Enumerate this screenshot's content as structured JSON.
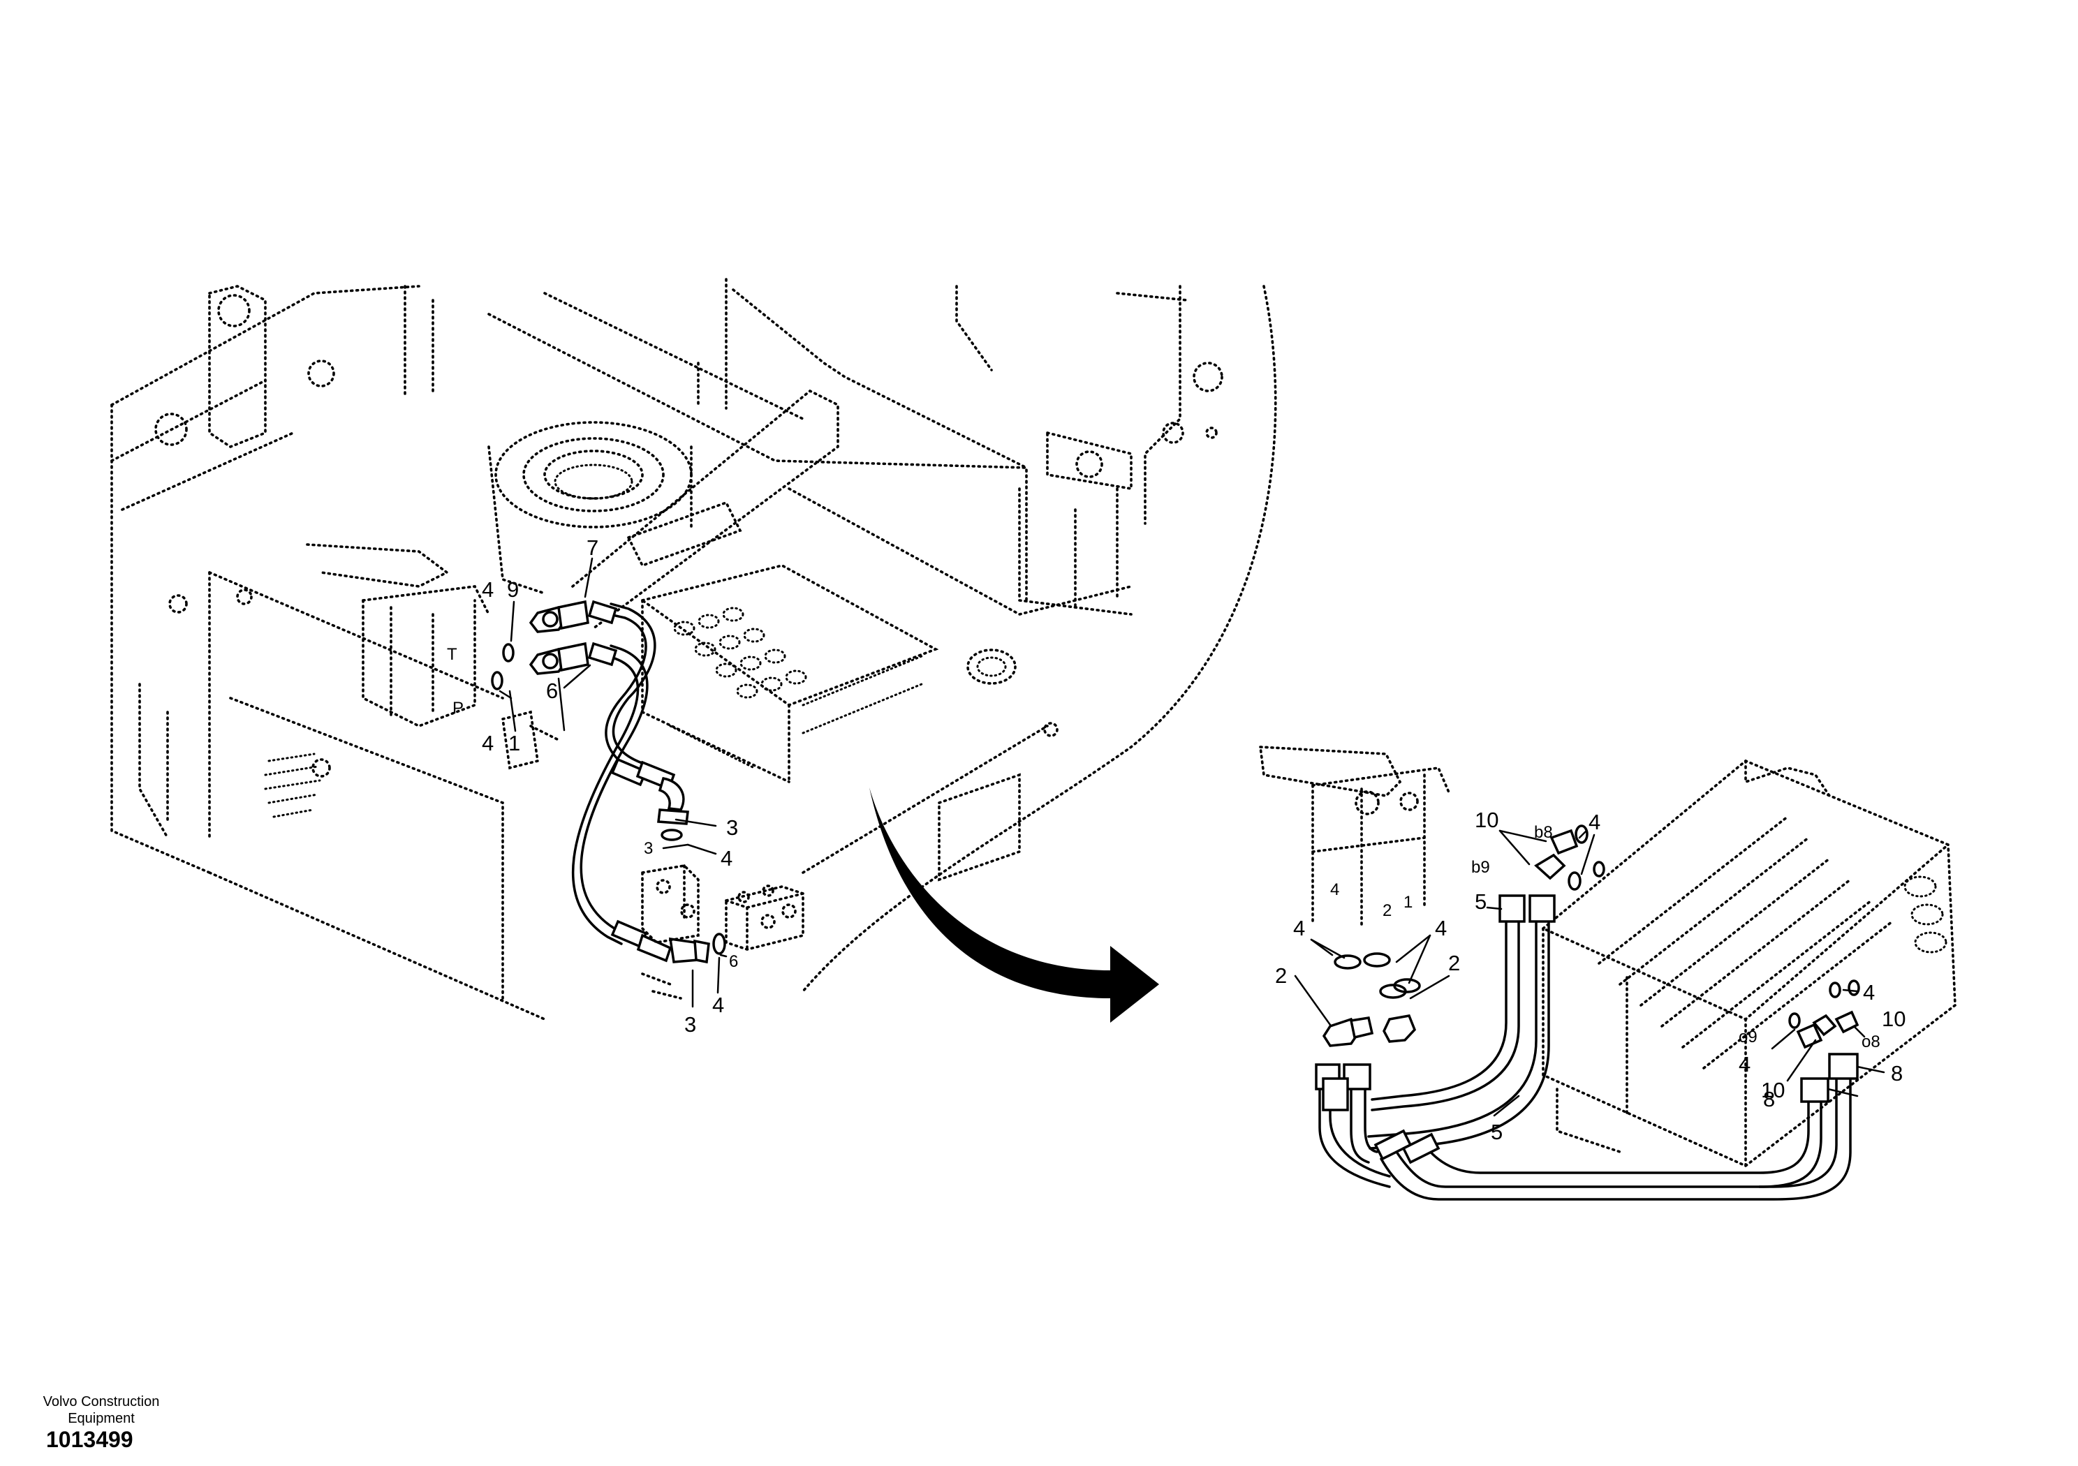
{
  "left_view": {
    "callouts": [
      "7",
      "9",
      "4",
      "1",
      "4",
      "6",
      "3",
      "3",
      "4",
      "6",
      "4",
      "3"
    ],
    "port_marks": [
      "T",
      "P"
    ]
  },
  "right_view": {
    "callouts": [
      "10",
      "b8",
      "4",
      "b9",
      "4",
      "1",
      "2",
      "5",
      "4",
      "4",
      "2",
      "2",
      "4",
      "10",
      "o9",
      "4",
      "10",
      "o8",
      "8",
      "8",
      "5"
    ]
  },
  "footer": {
    "company": "Volvo Construction Equipment",
    "drawing_number": "1013499"
  }
}
